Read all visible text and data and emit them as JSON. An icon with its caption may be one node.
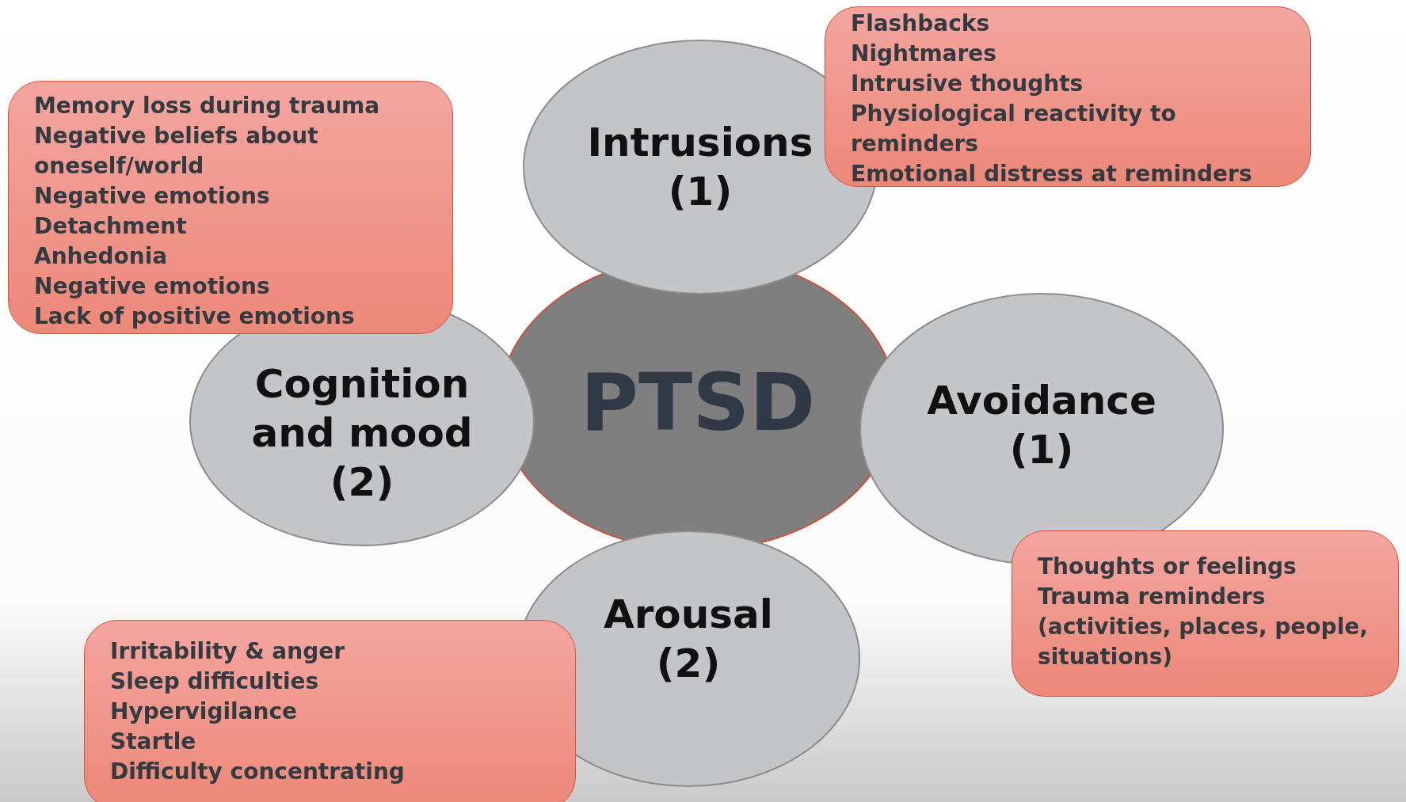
{
  "diagram": {
    "nodes": [
      {
        "text": [
          "PTSD"
        ]
      },
      {
        "text": [
          "Intrusions",
          "(1)"
        ]
      },
      {
        "text": [
          "Cognition and mood",
          "(2)"
        ]
      },
      {
        "text": [
          "Avoidance",
          "(1)"
        ]
      },
      {
        "text": [
          "Arousal",
          "(2)"
        ]
      },
      {
        "text": [
          "Flashbacks",
          "Nightmares",
          "Intrusive thoughts",
          "Physiological reactivity to reminders",
          "Emotional distress at reminders"
        ]
      },
      {
        "text": [
          "Memory loss during trauma",
          "Negative beliefs about oneself/world",
          "Negative emotions",
          "Detachment",
          "Anhedonia",
          "Negative emotions",
          "Lack of positive emotions"
        ]
      },
      {
        "text": [
          "Thoughts or feelings",
          "Trauma reminders (activities, places, people, situations)"
        ]
      },
      {
        "text": [
          "Irritability & anger",
          "Sleep difficulties",
          "Hypervigilance",
          "Startle",
          "Difficulty concentrating"
        ]
      }
    ]
  }
}
